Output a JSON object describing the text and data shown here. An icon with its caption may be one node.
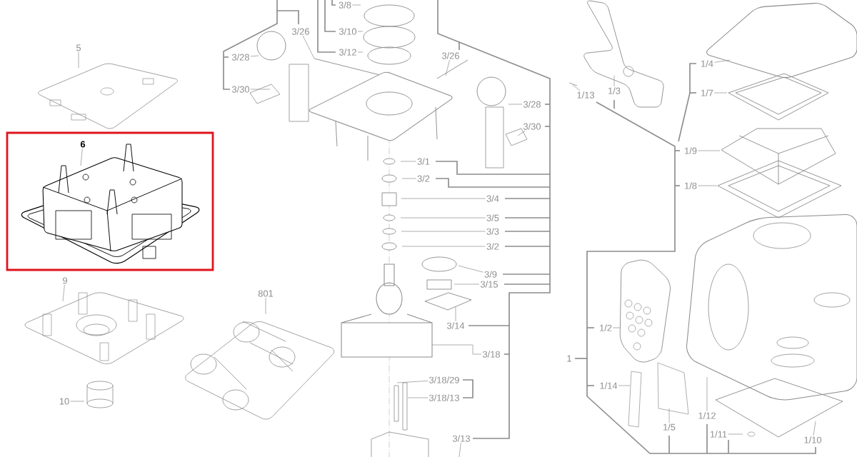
{
  "diagram": {
    "nodes": [
      {
        "text": [],
        "shape": "box"
      },
      {
        "text": [
          "5"
        ]
      },
      {
        "text": [
          "6"
        ],
        "in": 0
      },
      {
        "text": [
          "9"
        ]
      },
      {
        "text": [
          "10"
        ]
      },
      {
        "text": [
          "801"
        ]
      },
      {
        "text": [
          "3/8"
        ]
      },
      {
        "text": [
          "3/26"
        ]
      },
      {
        "text": [
          "3/10"
        ]
      },
      {
        "text": [
          "3/12"
        ]
      },
      {
        "text": [
          "3/26"
        ]
      },
      {
        "text": [
          "3/28"
        ]
      },
      {
        "text": [
          "3/30"
        ]
      },
      {
        "text": [
          "3/28"
        ]
      },
      {
        "text": [
          "3/30"
        ]
      },
      {
        "text": [
          "3/1"
        ]
      },
      {
        "text": [
          "3/2"
        ]
      },
      {
        "text": [
          "3/4"
        ]
      },
      {
        "text": [
          "3/5"
        ]
      },
      {
        "text": [
          "3/3"
        ]
      },
      {
        "text": [
          "3/2"
        ]
      },
      {
        "text": [
          "3/9"
        ]
      },
      {
        "text": [
          "3/15"
        ]
      },
      {
        "text": [
          "3/14"
        ]
      },
      {
        "text": [
          "3/18"
        ]
      },
      {
        "text": [
          "3/18/29"
        ]
      },
      {
        "text": [
          "3/18/13"
        ]
      },
      {
        "text": [
          "3/13"
        ]
      },
      {
        "text": [
          "1/13"
        ]
      },
      {
        "text": [
          "1/3"
        ]
      },
      {
        "text": [
          "1/4"
        ]
      },
      {
        "text": [
          "1/7"
        ]
      },
      {
        "text": [
          "1/9"
        ]
      },
      {
        "text": [
          "1/8"
        ]
      },
      {
        "text": [
          "1/2"
        ]
      },
      {
        "text": [
          "1"
        ]
      },
      {
        "text": [
          "1/14"
        ]
      },
      {
        "text": [
          "1/5"
        ]
      },
      {
        "text": [
          "1/12"
        ]
      },
      {
        "text": [
          "1/11"
        ]
      },
      {
        "text": [
          "1/10"
        ]
      }
    ],
    "edges": [
      {
        "from": 1,
        "to": null,
        "arrow": "none"
      },
      {
        "from": 2,
        "to": null,
        "arrow": "none"
      },
      {
        "from": 3,
        "to": null,
        "arrow": "none"
      },
      {
        "from": 4,
        "to": null,
        "arrow": "none"
      },
      {
        "from": 5,
        "to": null,
        "arrow": "none"
      },
      {
        "from": 6,
        "to": null,
        "arrow": "none"
      },
      {
        "from": 7,
        "to": null,
        "arrow": "none"
      },
      {
        "from": 8,
        "to": null,
        "arrow": "none"
      },
      {
        "from": 9,
        "to": null,
        "arrow": "none"
      },
      {
        "from": 10,
        "to": null,
        "arrow": "none"
      },
      {
        "from": 11,
        "to": null,
        "arrow": "none"
      },
      {
        "from": 12,
        "to": null,
        "arrow": "none"
      },
      {
        "from": 13,
        "to": null,
        "arrow": "none"
      },
      {
        "from": 14,
        "to": null,
        "arrow": "none"
      },
      {
        "from": 15,
        "to": null,
        "arrow": "none"
      },
      {
        "from": 16,
        "to": null,
        "arrow": "none"
      },
      {
        "from": 17,
        "to": null,
        "arrow": "none"
      },
      {
        "from": 18,
        "to": null,
        "arrow": "none"
      },
      {
        "from": 19,
        "to": null,
        "arrow": "none"
      },
      {
        "from": 20,
        "to": null,
        "arrow": "none"
      },
      {
        "from": 21,
        "to": null,
        "arrow": "none"
      },
      {
        "from": 22,
        "to": null,
        "arrow": "none"
      },
      {
        "from": 23,
        "to": null,
        "arrow": "none"
      },
      {
        "from": 24,
        "to": null,
        "arrow": "none"
      },
      {
        "from": 25,
        "to": null,
        "arrow": "none"
      },
      {
        "from": 26,
        "to": null,
        "arrow": "none"
      },
      {
        "from": 27,
        "to": null,
        "arrow": "none"
      },
      {
        "from": 28,
        "to": null,
        "arrow": "none"
      },
      {
        "from": 29,
        "to": null,
        "arrow": "none"
      },
      {
        "from": 30,
        "to": null,
        "arrow": "none"
      },
      {
        "from": 31,
        "to": null,
        "arrow": "none"
      },
      {
        "from": 32,
        "to": null,
        "arrow": "none"
      },
      {
        "from": 33,
        "to": null,
        "arrow": "none"
      },
      {
        "from": 34,
        "to": null,
        "arrow": "none"
      },
      {
        "from": 36,
        "to": null,
        "arrow": "none"
      },
      {
        "from": 37,
        "to": null,
        "arrow": "none"
      },
      {
        "from": 38,
        "to": null,
        "arrow": "none"
      },
      {
        "from": 39,
        "to": null,
        "arrow": "none"
      },
      {
        "from": 40,
        "to": null,
        "arrow": "none"
      }
    ]
  }
}
